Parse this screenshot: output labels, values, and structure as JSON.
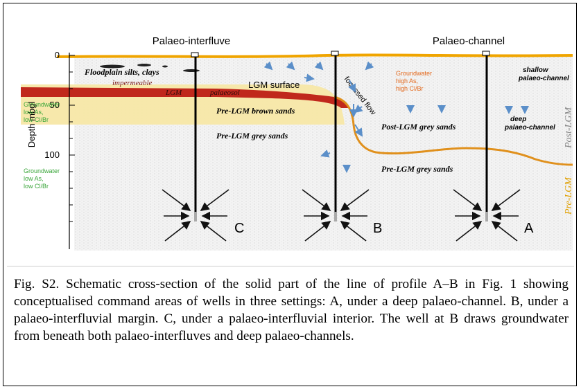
{
  "diagram": {
    "header_left": "Palaeo-interfluve",
    "header_right": "Palaeo-channel",
    "y_axis_label": "Depth mbgl",
    "y_ticks": [
      "0",
      "50",
      "100"
    ],
    "labels": {
      "floodplain": "Floodplain silts, clays",
      "impermeable": "impermeable",
      "lgm": "LGM",
      "palaeosol": "palaeosol",
      "lgm_surface": "LGM surface",
      "focussed_flow": "focussed flow",
      "gw_left_upper": [
        "Groundwater",
        "low As,",
        "low Cl/Br"
      ],
      "gw_left_lower": [
        "Groundwater",
        "low As,",
        "low Cl/Br"
      ],
      "gw_right": [
        "Groundwater",
        "high As,",
        "high Cl/Br"
      ],
      "pre_lgm_brown": "Pre-LGM brown sands",
      "pre_lgm_grey_left": "Pre-LGM grey sands",
      "post_lgm_grey": "Post-LGM grey sands",
      "pre_lgm_grey_right": "Pre-LGM grey sands",
      "shallow_channel": [
        "shallow",
        "palaeo-channel"
      ],
      "deep_channel": [
        "deep",
        "palaeo-channel"
      ],
      "post_lgm_side": "Post-LGM",
      "pre_lgm_side": "Pre-LGM"
    },
    "wells": [
      "C",
      "B",
      "A"
    ]
  },
  "caption": "Fig. S2. Schematic cross-section of the solid part of the line of profile A–B in Fig. 1 showing conceptualised command areas of wells in three settings: A, under a deep palaeo-channel. B, under a palaeo-interfluvial margin. C, under a palaeo-interfluvial interior. The well at B draws groundwater from beneath both palaeo-interfluves and deep palaeo-channels.",
  "colors": {
    "surface": "#f0a500",
    "palaeosol": "#c0281c",
    "brown_sands": "#f7e7a6",
    "grey_background": "#eeeeee",
    "groundwater_green": "#3aa63a",
    "groundwater_orange": "#e46a1e",
    "flow_arrow": "#5b8fc9",
    "lgm_line": "#e0901c"
  }
}
